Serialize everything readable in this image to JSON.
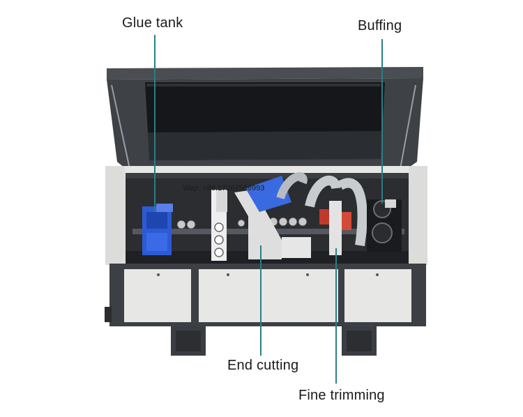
{
  "labels": {
    "glue_tank": "Glue tank",
    "buffing": "Buffing",
    "end_cutting": "End cutting",
    "fine_trimming": "Fine trimming"
  },
  "watermark": "Wap: +86.17267586993",
  "colors": {
    "leader_line": "#2a7f86",
    "cabinet_light": "#e6e6e4",
    "cabinet_dark": "#3c3f44",
    "lid_frame": "#4a4d52",
    "glass": "#15171a",
    "glue_unit_blue": "#2d5bd6"
  }
}
